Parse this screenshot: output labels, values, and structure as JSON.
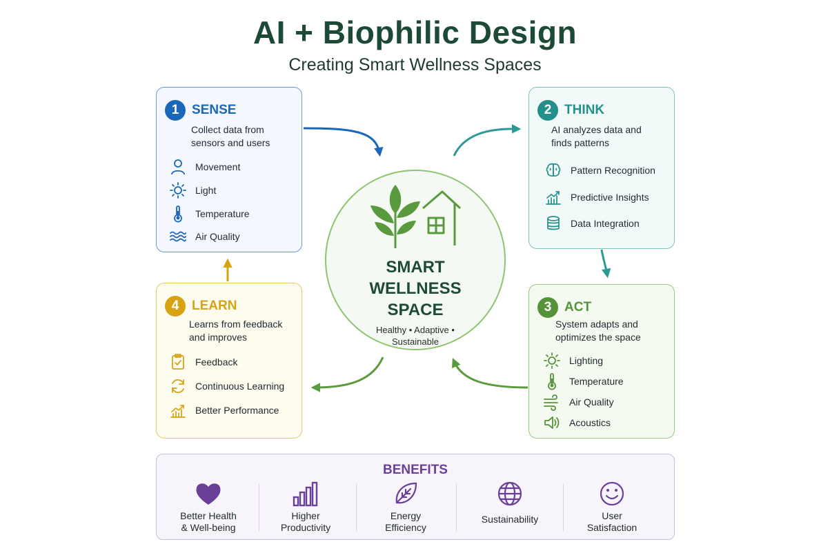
{
  "title": "AI + Biophilic Design",
  "subtitle": "Creating Smart Wellness Spaces",
  "steps": {
    "sense": {
      "number": "1",
      "title": "SENSE",
      "color": "#1a66b8",
      "description": "Collect data from sensors and users",
      "items": [
        {
          "label": "Movement",
          "icon": "person-icon"
        },
        {
          "label": "Light",
          "icon": "sun-icon"
        },
        {
          "label": "Temperature",
          "icon": "thermometer-icon"
        },
        {
          "label": "Air Quality",
          "icon": "waves-icon"
        }
      ]
    },
    "think": {
      "number": "2",
      "title": "THINK",
      "color": "#23918a",
      "description": "AI analyzes data and finds patterns",
      "items": [
        {
          "label": "Pattern Recognition",
          "icon": "brain-icon"
        },
        {
          "label": "Predictive Insights",
          "icon": "trend-chart-icon"
        },
        {
          "label": "Data Integration",
          "icon": "database-icon"
        }
      ]
    },
    "act": {
      "number": "3",
      "title": "ACT",
      "color": "#56923a",
      "description": "System adapts and optimizes the space",
      "items": [
        {
          "label": "Lighting",
          "icon": "sun-icon"
        },
        {
          "label": "Temperature",
          "icon": "thermometer-icon"
        },
        {
          "label": "Air Quality",
          "icon": "wind-icon"
        },
        {
          "label": "Acoustics",
          "icon": "speaker-icon"
        }
      ]
    },
    "learn": {
      "number": "4",
      "title": "LEARN",
      "color": "#d7a313",
      "description": "Learns from feedback and improves",
      "items": [
        {
          "label": "Feedback",
          "icon": "clipboard-check-icon"
        },
        {
          "label": "Continuous Learning",
          "icon": "refresh-icon"
        },
        {
          "label": "Better Performance",
          "icon": "growth-chart-icon"
        }
      ]
    }
  },
  "center": {
    "title_line1": "SMART",
    "title_line2": "WELLNESS",
    "title_line3": "SPACE",
    "subtitle": "Healthy • Adaptive • Sustainable",
    "icon": "plant-house-icon"
  },
  "benefits": {
    "title": "BENEFITS",
    "color": "#6a3f98",
    "items": [
      {
        "line1": "Better Health",
        "line2": "& Well-being",
        "icon": "heart-icon"
      },
      {
        "line1": "Higher",
        "line2": "Productivity",
        "icon": "bar-chart-icon"
      },
      {
        "line1": "Energy",
        "line2": "Efficiency",
        "icon": "leaf-icon"
      },
      {
        "line1": "Sustainability",
        "line2": "",
        "icon": "globe-icon"
      },
      {
        "line1": "User",
        "line2": "Satisfaction",
        "icon": "smiley-icon"
      }
    ]
  },
  "colors": {
    "title": "#1d4a36",
    "sense_arrow": "#1a66b8",
    "think_arrow": "#2a9a93",
    "act_arrow": "#5c9a3e",
    "learn_arrow": "#d7a313"
  }
}
